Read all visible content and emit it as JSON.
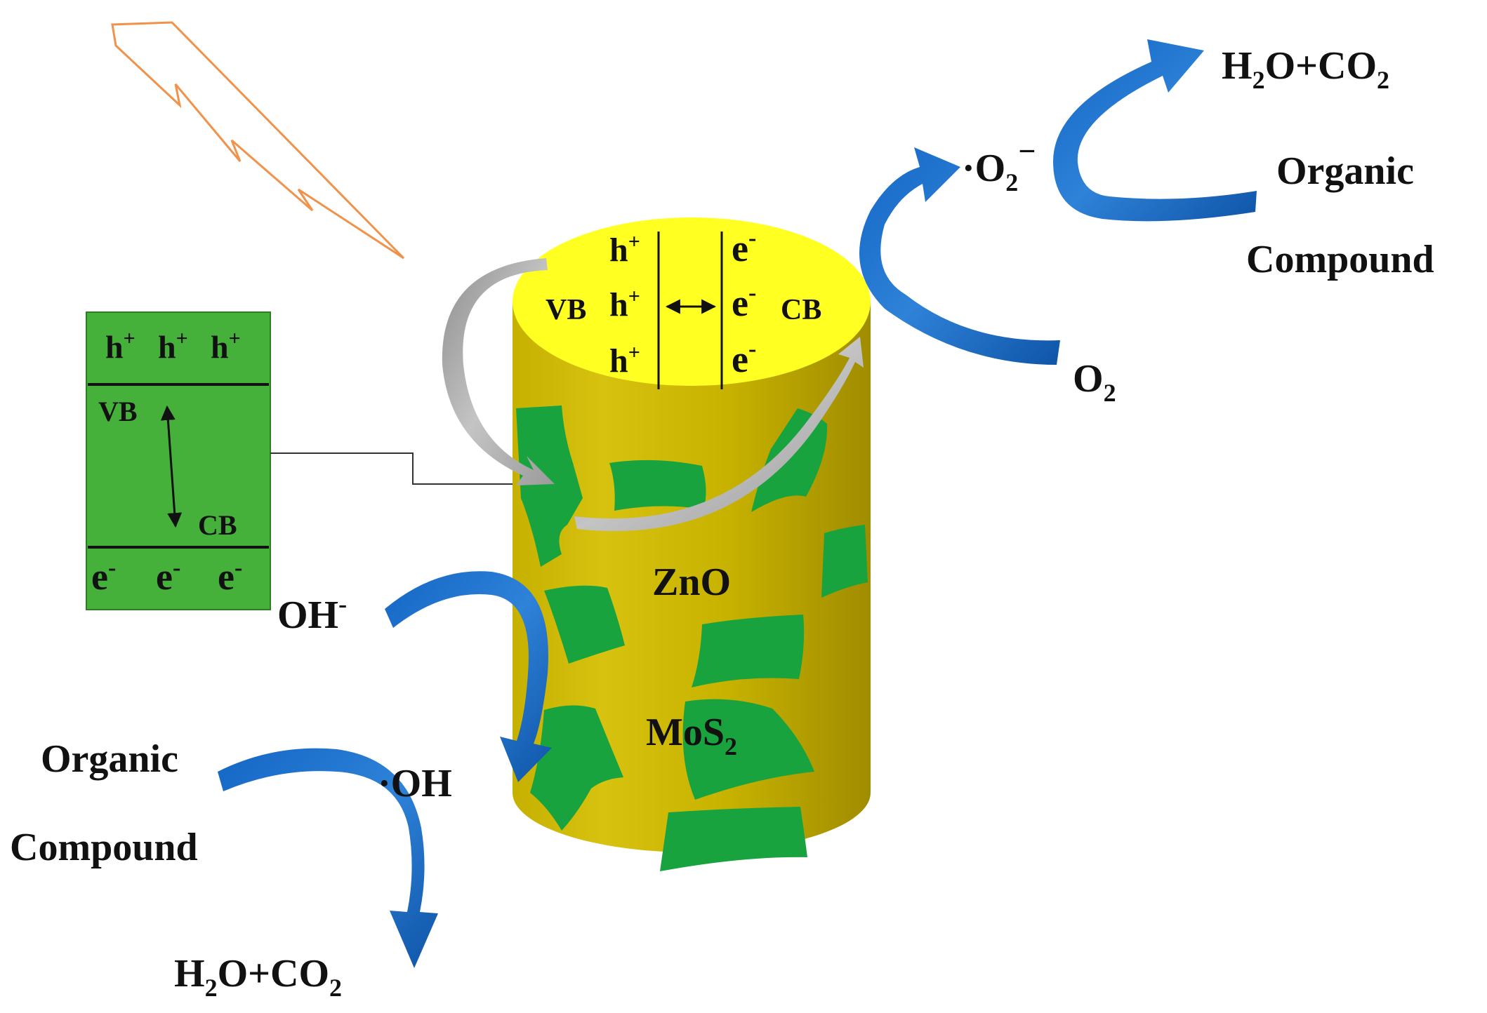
{
  "colors": {
    "rod_body": "#C8B400",
    "rod_top": "#FFFF22",
    "mos2": "#18A33E",
    "mos2_panel": "#45B03A",
    "arrow_blue": "#1E6FC8",
    "arrow_gray": "#A8A8A8",
    "light_bolt": "#F0924A"
  },
  "icons": {
    "light": "lightning-bolt-icon"
  },
  "mos2_panel": {
    "holes": [
      "h",
      "h",
      "h"
    ],
    "hole_charge": "+",
    "electrons": [
      "e",
      "e",
      "e"
    ],
    "electron_charge": "-",
    "vb": "VB",
    "cb": "CB"
  },
  "rod_top": {
    "holes": [
      "h",
      "h",
      "h"
    ],
    "hole_charge": "+",
    "electrons": [
      "e",
      "e",
      "e"
    ],
    "electron_charge": "-",
    "vb": "VB",
    "cb": "CB"
  },
  "rod_labels": {
    "zno": "ZnO",
    "mos2_main": "MoS",
    "mos2_sub": "2"
  },
  "right_reaction": {
    "product_a": "H",
    "product_a_sub": "2",
    "product_b": "O+CO",
    "product_b_sub": "2",
    "superoxide_prefix": "·O",
    "superoxide_sub": "2",
    "superoxide_charge": "−",
    "organic": "Organic",
    "compound": "Compound",
    "oxygen": "O",
    "oxygen_sub": "2"
  },
  "left_reaction": {
    "hydroxide": "OH",
    "hydroxide_charge": "-",
    "radical": "·OH",
    "organic": "Organic",
    "compound": "Compound",
    "product_a": "H",
    "product_a_sub": "2",
    "product_b": "O+CO",
    "product_b_sub": "2"
  }
}
